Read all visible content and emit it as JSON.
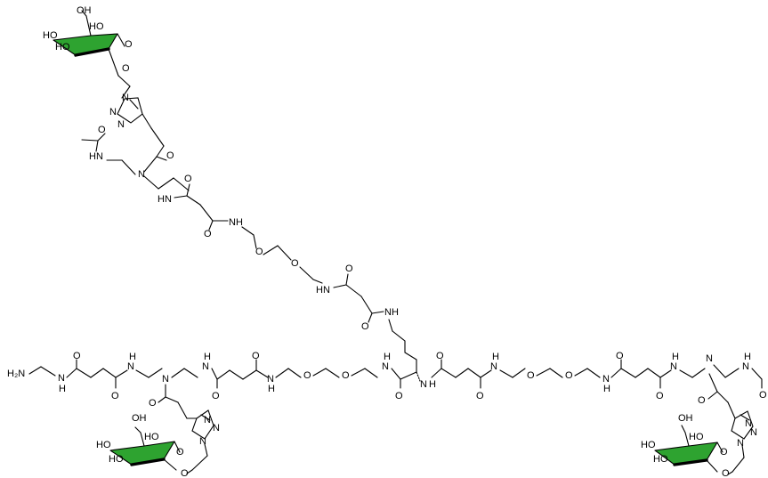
{
  "colors": {
    "ring_fill": "#2ea330",
    "bond": "#000000",
    "background": "#ffffff"
  },
  "labels": {
    "oh": "OH",
    "ho": "HO",
    "o": "O",
    "n": "N",
    "nh": "NH",
    "hn": "HN",
    "h": "H",
    "h2n": "H₂N"
  }
}
